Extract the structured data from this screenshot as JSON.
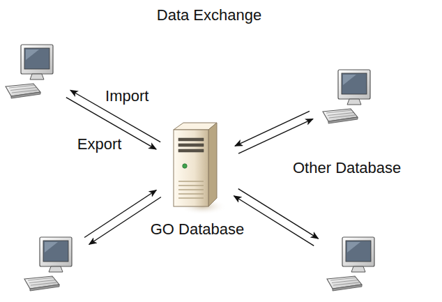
{
  "diagram": {
    "title": "Data Exchange",
    "nodes": [
      {
        "text": []
      },
      {
        "text": []
      },
      {
        "text": [
          "GO Database"
        ]
      },
      {
        "text": []
      },
      {
        "text": []
      }
    ],
    "edges": [
      {
        "from": 2,
        "to": 0,
        "label": "Import",
        "arrow": "to"
      },
      {
        "from": 0,
        "to": 2,
        "label": "Export",
        "arrow": "to"
      },
      {
        "from": 2,
        "to": 1,
        "arrow": "to"
      },
      {
        "from": 1,
        "to": 2,
        "arrow": "to"
      },
      {
        "from": 2,
        "to": 3,
        "arrow": "to"
      },
      {
        "from": 3,
        "to": 2,
        "arrow": "to"
      },
      {
        "from": 2,
        "to": 4,
        "arrow": "to"
      },
      {
        "from": 4,
        "to": 2,
        "arrow": "to"
      }
    ],
    "labels": [
      "Other Database"
    ]
  }
}
